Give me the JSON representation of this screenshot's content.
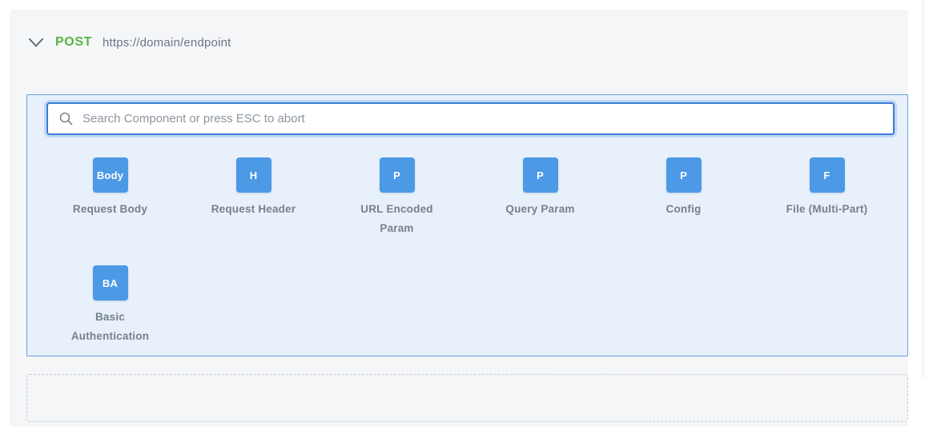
{
  "header": {
    "method": "POST",
    "url": "https://domain/endpoint"
  },
  "search": {
    "placeholder": "Search Component or press ESC to abort",
    "value": ""
  },
  "components": [
    {
      "abbr": "Body",
      "label": "Request Body"
    },
    {
      "abbr": "H",
      "label": "Request Header"
    },
    {
      "abbr": "P",
      "label": "URL Encoded Param"
    },
    {
      "abbr": "P",
      "label": "Query Param"
    },
    {
      "abbr": "P",
      "label": "Config"
    },
    {
      "abbr": "F",
      "label": "File (Multi-Part)"
    },
    {
      "abbr": "BA",
      "label": "Basic Authentication"
    }
  ],
  "colors": {
    "tile_blue": "#4c99e5",
    "panel_bg": "#e8f1fb",
    "panel_border": "#65a0dc",
    "input_border": "#3a7bd5",
    "method_green": "#57b43f",
    "label_gray": "#76818c",
    "url_gray": "#6b7685",
    "card_bg": "#f4f6f8"
  }
}
